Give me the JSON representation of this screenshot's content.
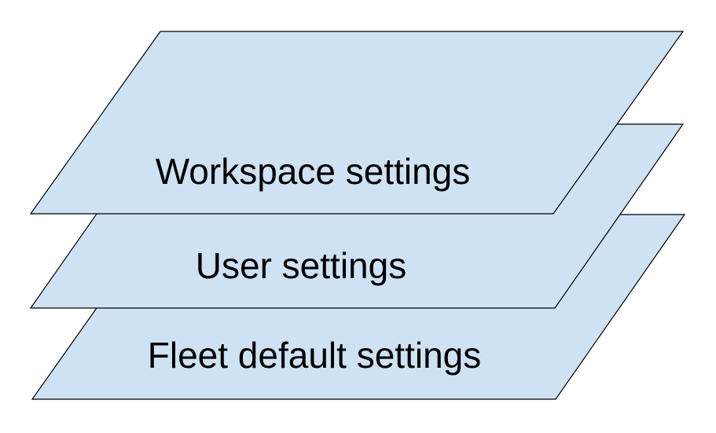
{
  "diagram": {
    "layers": [
      {
        "label": "Fleet default settings"
      },
      {
        "label": "User settings"
      },
      {
        "label": "Workspace settings"
      }
    ],
    "colors": {
      "fill": "#cfe2f3",
      "stroke": "#000000",
      "background": "#ffffff",
      "text": "#000000"
    }
  }
}
